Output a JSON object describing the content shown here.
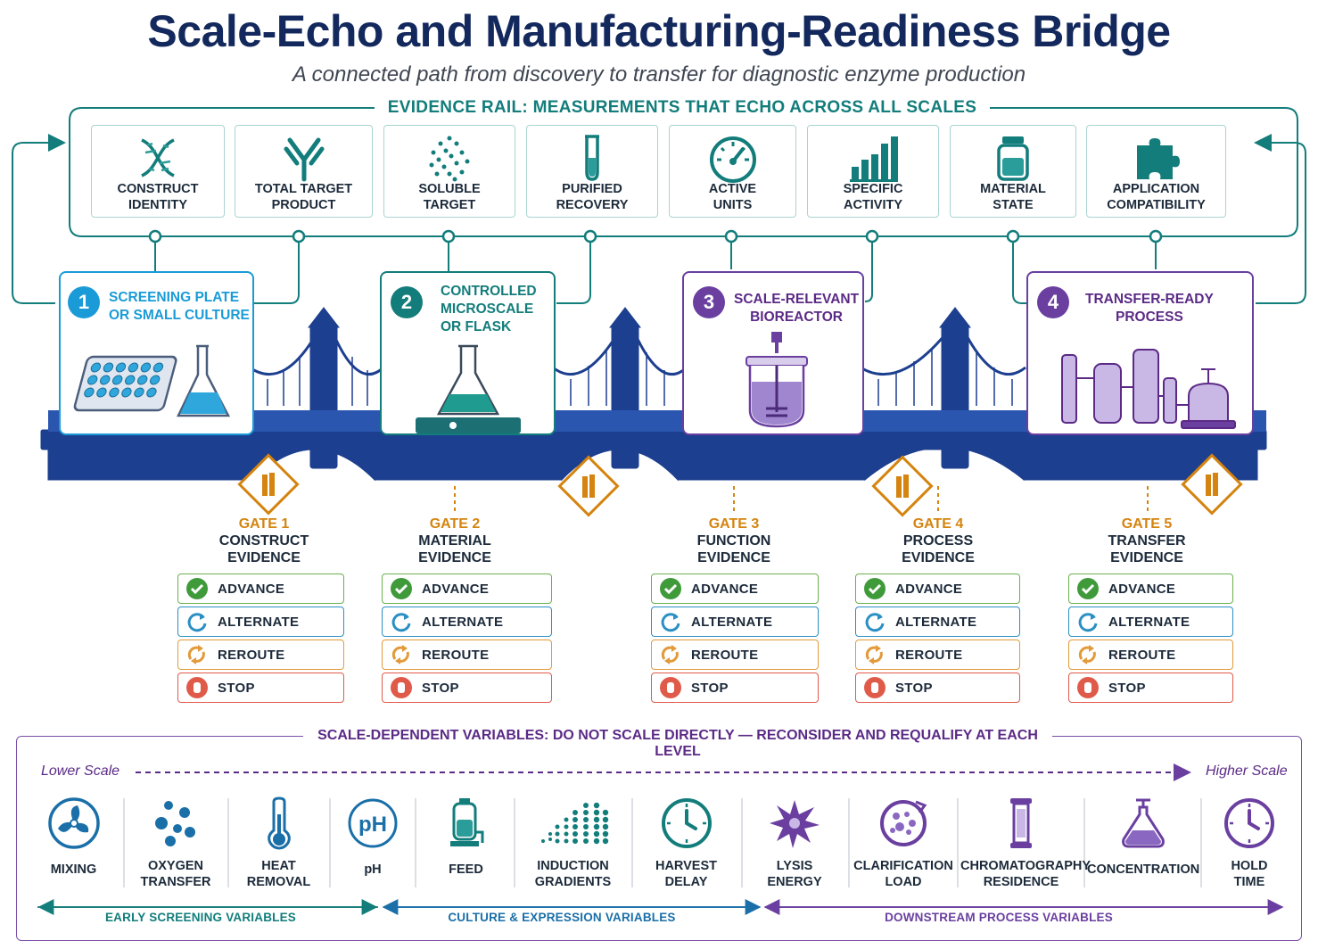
{
  "title": "Scale-Echo and Manufacturing-Readiness Bridge",
  "subtitle": "A connected path from discovery to transfer for diagnostic enzyme production",
  "evidence_rail": {
    "title": "EVIDENCE RAIL: MEASUREMENTS THAT ECHO ACROSS ALL SCALES",
    "metrics": [
      {
        "label": "CONSTRUCT\nIDENTITY",
        "icon": "dna-icon"
      },
      {
        "label": "TOTAL TARGET\nPRODUCT",
        "icon": "antibody-icon"
      },
      {
        "label": "SOLUBLE\nTARGET",
        "icon": "particles-icon"
      },
      {
        "label": "PURIFIED\nRECOVERY",
        "icon": "test-tube-icon"
      },
      {
        "label": "ACTIVE\nUNITS",
        "icon": "gauge-icon"
      },
      {
        "label": "SPECIFIC\nACTIVITY",
        "icon": "bar-chart-icon"
      },
      {
        "label": "MATERIAL\nSTATE",
        "icon": "jar-icon"
      },
      {
        "label": "APPLICATION\nCOMPATIBILITY",
        "icon": "puzzle-icon"
      }
    ]
  },
  "stages": [
    {
      "num": "1",
      "title": "SCREENING PLATE\nOR SMALL CULTURE",
      "color": "#1a9bd7",
      "icon": "well-plate-flask-icon"
    },
    {
      "num": "2",
      "title": "CONTROLLED\nMICROSCALE\nOR FLASK",
      "color": "#127d7b",
      "icon": "flask-stirrer-icon"
    },
    {
      "num": "3",
      "title": "SCALE-RELEVANT\nBIOREACTOR",
      "color": "#6a3fa0",
      "icon": "bioreactor-icon"
    },
    {
      "num": "4",
      "title": "TRANSFER-READY\nPROCESS",
      "color": "#6a3fa0",
      "icon": "process-equipment-icon"
    }
  ],
  "gates": [
    {
      "label": "GATE 1",
      "name": "CONSTRUCT\nEVIDENCE"
    },
    {
      "label": "GATE 2",
      "name": "MATERIAL\nEVIDENCE"
    },
    {
      "label": "GATE 3",
      "name": "FUNCTION\nEVIDENCE"
    },
    {
      "label": "GATE 4",
      "name": "PROCESS\nEVIDENCE"
    },
    {
      "label": "GATE 5",
      "name": "TRANSFER\nEVIDENCE"
    }
  ],
  "decisions": [
    "ADVANCE",
    "ALTERNATE",
    "REROUTE",
    "STOP"
  ],
  "decision_colors": {
    "advance": "#3f9a3a",
    "alternate": "#2a8fc3",
    "reroute": "#e29a3a",
    "stop": "#e05a4a"
  },
  "scale_variables": {
    "title": "SCALE-DEPENDENT VARIABLES: DO NOT SCALE DIRECTLY — RECONSIDER AND REQUALIFY AT EACH LEVEL",
    "lower": "Lower Scale",
    "higher": "Higher Scale",
    "items": [
      {
        "label": "MIXING",
        "icon": "mixing-impeller-icon"
      },
      {
        "label": "OXYGEN\nTRANSFER",
        "icon": "bubbles-icon"
      },
      {
        "label": "HEAT\nREMOVAL",
        "icon": "thermometer-icon"
      },
      {
        "label": "pH",
        "icon": "ph-icon"
      },
      {
        "label": "FEED",
        "icon": "feed-vessel-icon"
      },
      {
        "label": "INDUCTION\nGRADIENTS",
        "icon": "gradient-dots-icon"
      },
      {
        "label": "HARVEST\nDELAY",
        "icon": "clock-icon"
      },
      {
        "label": "LYSIS\nENERGY",
        "icon": "burst-icon"
      },
      {
        "label": "CLARIFICATION\nLOAD",
        "icon": "particle-circle-icon"
      },
      {
        "label": "CHROMATOGRAPHY\nRESIDENCE",
        "icon": "column-icon"
      },
      {
        "label": "CONCENTRATION",
        "icon": "concentration-flask-icon"
      },
      {
        "label": "HOLD\nTIME",
        "icon": "clock-icon"
      }
    ],
    "bands": [
      "EARLY SCREENING VARIABLES",
      "CULTURE & EXPRESSION VARIABLES",
      "DOWNSTREAM PROCESS VARIABLES"
    ],
    "colors": {
      "early": "#127d7b",
      "culture": "#1a6fa8",
      "downstream": "#6a3fa0"
    }
  }
}
